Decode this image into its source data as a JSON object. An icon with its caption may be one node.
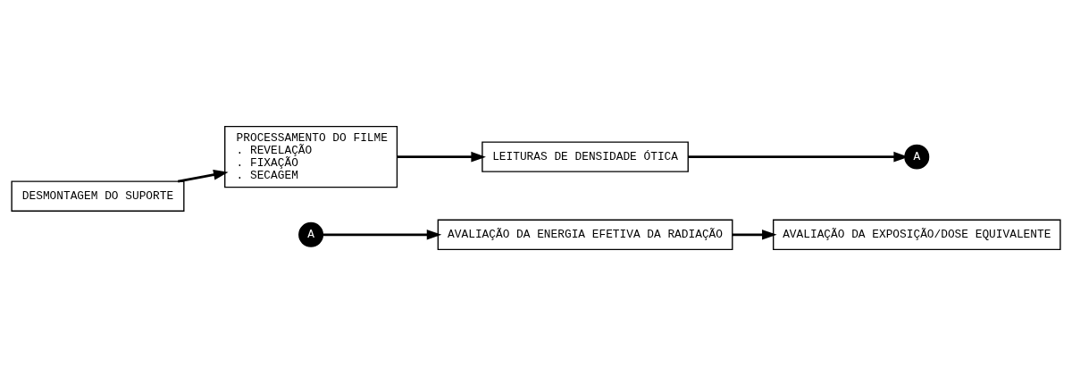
{
  "diagram": {
    "nodes": [
      {
        "text": [
          "DESMONTAGEM DO SUPORTE"
        ]
      },
      {
        "text": [
          "PROCESSAMENTO DO FILME",
          ". REVELAÇÃO",
          ". FIXAÇÃO",
          ". SECAGEM"
        ]
      },
      {
        "text": [
          "LEITURAS DE DENSIDADE ÓTICA"
        ]
      },
      {
        "text": [
          "A"
        ]
      },
      {
        "text": [
          "A"
        ]
      },
      {
        "text": [
          "AVALIAÇÃO DA ENERGIA EFETIVA DA RADIAÇÃO"
        ]
      },
      {
        "text": [
          "AVALIAÇÃO DA EXPOSIÇÃO/DOSE EQUIVALENTE"
        ]
      }
    ],
    "edges": [
      {
        "from": 0,
        "to": 1,
        "arrow": "to"
      },
      {
        "from": 1,
        "to": 2,
        "arrow": "to"
      },
      {
        "from": 2,
        "to": 3,
        "arrow": "to"
      },
      {
        "from": 4,
        "to": 5,
        "arrow": "to"
      },
      {
        "from": 5,
        "to": 6,
        "arrow": "to"
      }
    ]
  }
}
